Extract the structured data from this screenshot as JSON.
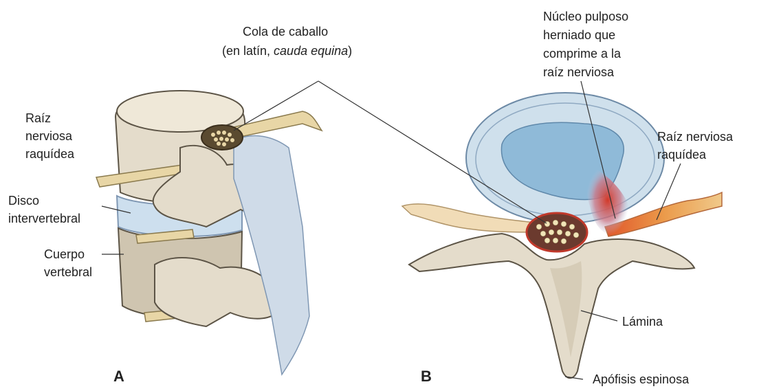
{
  "labels": {
    "cauda_line1": "Cola de caballo",
    "cauda_line2_prefix": "(en latín, ",
    "cauda_line2_italic": "cauda equina",
    "cauda_line2_suffix": ")",
    "nucleo_line1": "Núcleo pulposo",
    "nucleo_line2": "herniado que",
    "nucleo_line3": "comprime a la",
    "nucleo_line4": "raíz nerviosa",
    "raiz_a_line1": "Raíz",
    "raiz_a_line2": "nerviosa",
    "raiz_a_line3": "raquídea",
    "disco_line1": "Disco",
    "disco_line2": "intervertebral",
    "cuerpo_line1": "Cuerpo",
    "cuerpo_line2": "vertebral",
    "raiz_b_line1": "Raíz nerviosa",
    "raiz_b_line2": "raquídea",
    "lamina": "Lámina",
    "apofisis": "Apófisis espinosa",
    "panel_a": "A",
    "panel_b": "B"
  },
  "colors": {
    "bone": "#e4dccb",
    "disc": "#cfe0ec",
    "nucleus": "#8fb9d6",
    "herniation": "#c0392b",
    "nerve": "#e8d6a6"
  }
}
